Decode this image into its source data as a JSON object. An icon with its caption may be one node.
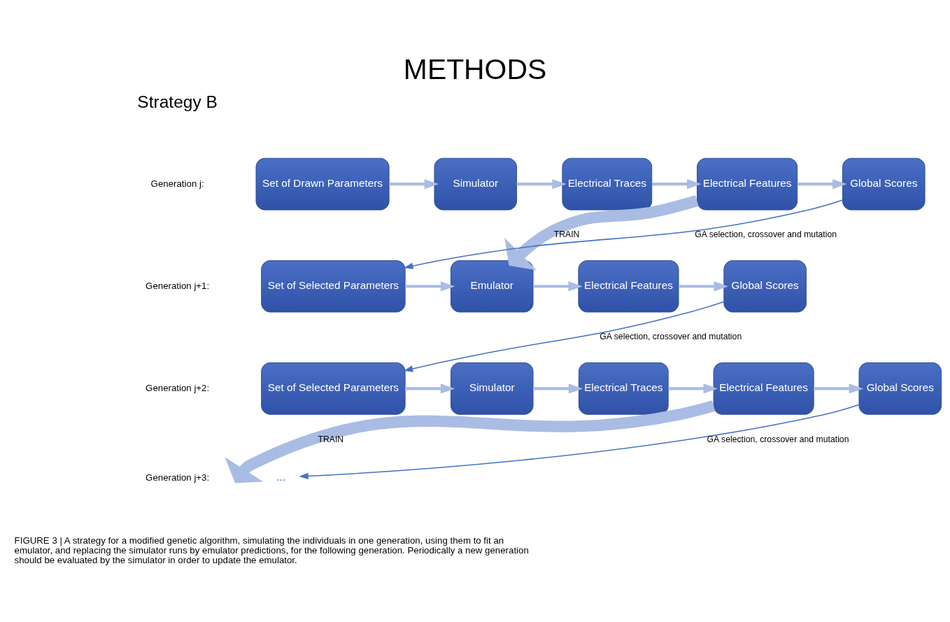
{
  "diagram": {
    "title": "METHODS",
    "caption": "FIGURE 3 | A strategy for a modified genetic algorithm, simulating the individuals in one generation, using them to fit an emulator, and replacing the simulator runs by emulator predictions, for the following generation. Periodically a new generation should be evaluated by the simulator in order to update the emulator.",
    "nodes": [
      {
        "text": [
          "Set of Drawn Parameters"
        ]
      },
      {
        "text": [
          "Simulator"
        ]
      },
      {
        "text": [
          "Electrical Traces"
        ]
      },
      {
        "text": [
          "Electrical Features"
        ]
      },
      {
        "text": [
          "Global Scores"
        ]
      },
      {
        "text": [
          "Set of Selected Parameters"
        ]
      },
      {
        "text": [
          "Emulator"
        ]
      },
      {
        "text": [
          "Electrical Features"
        ]
      },
      {
        "text": [
          "Global Scores"
        ]
      },
      {
        "text": [
          "Set of Selected Parameters"
        ]
      },
      {
        "text": [
          "Simulator"
        ]
      },
      {
        "text": [
          "Electrical Traces"
        ]
      },
      {
        "text": [
          "Electrical Features"
        ]
      },
      {
        "text": [
          "Global Scores"
        ]
      },
      {
        "text": [
          "..."
        ]
      }
    ],
    "edges": [
      {
        "from": 0,
        "to": 1,
        "arrow": "to"
      },
      {
        "from": 1,
        "to": 2,
        "arrow": "to"
      },
      {
        "from": 2,
        "to": 3,
        "arrow": "to"
      },
      {
        "from": 3,
        "to": 4,
        "arrow": "to"
      },
      {
        "from": 4,
        "to": 5,
        "arrow": "to",
        "label": "GA selection, crossover and mutation",
        "color": "#4472c4"
      },
      {
        "from": 3,
        "to": 6,
        "arrow": "to",
        "label": "TRAIN",
        "style": "thick"
      },
      {
        "from": 5,
        "to": 6,
        "arrow": "to"
      },
      {
        "from": 6,
        "to": 7,
        "arrow": "to"
      },
      {
        "from": 7,
        "to": 8,
        "arrow": "to"
      },
      {
        "from": 8,
        "to": 9,
        "arrow": "to",
        "label": "GA selection, crossover and mutation",
        "color": "#4472c4"
      },
      {
        "from": 9,
        "to": 10,
        "arrow": "to"
      },
      {
        "from": 10,
        "to": 11,
        "arrow": "to"
      },
      {
        "from": 11,
        "to": 12,
        "arrow": "to"
      },
      {
        "from": 12,
        "to": 13,
        "arrow": "to"
      },
      {
        "from": 13,
        "to": 14,
        "arrow": "to",
        "label": "GA selection, crossover and mutation",
        "color": "#4472c4"
      },
      {
        "from": 12,
        "to": null,
        "arrow": "to",
        "label": "TRAIN",
        "style": "thick"
      }
    ],
    "labels": [
      "Strategy B",
      "Generation j:",
      "Generation j+1:",
      "Generation j+2:",
      "Generation j+3:"
    ]
  }
}
